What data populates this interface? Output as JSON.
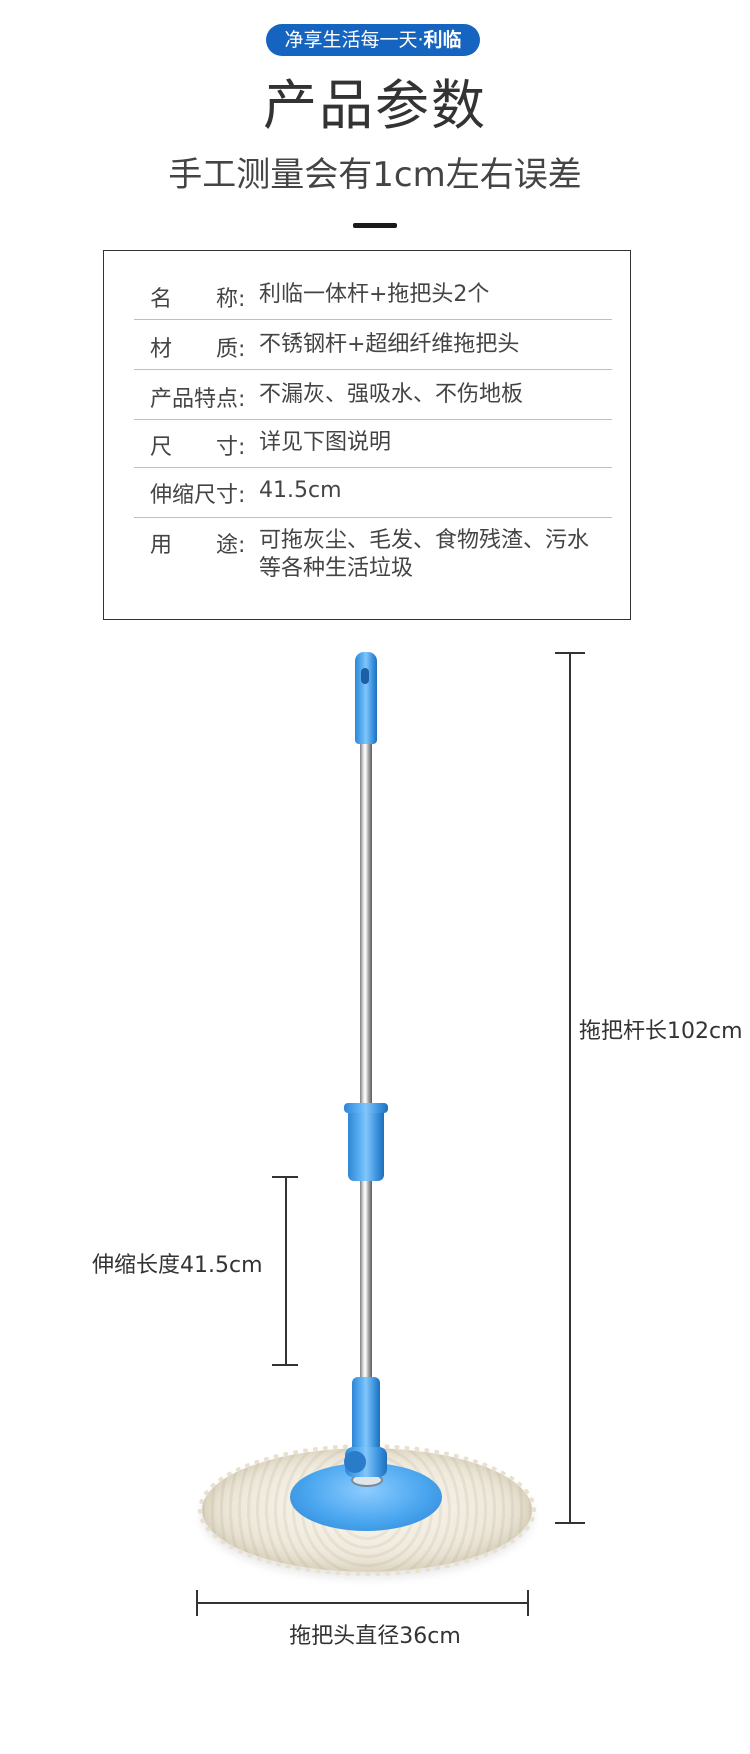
{
  "header": {
    "slogan": "净享生活每一天·",
    "brand": "利临",
    "title": "产品参数",
    "subtitle": "手工测量会有1cm左右误差"
  },
  "params": [
    {
      "key": "名　　称:",
      "value": "利临一体杆+拖把头2个"
    },
    {
      "key": "材　　质:",
      "value": "不锈钢杆+超细纤维拖把头"
    },
    {
      "key": "产品特点:",
      "value": "不漏灰、强吸水、不伤地板"
    },
    {
      "key": "尺　　寸:",
      "value": "详见下图说明"
    },
    {
      "key": "伸缩尺寸:",
      "value": "41.5cm"
    },
    {
      "key": "用　　途:",
      "value": "可拖灰尘、毛发、食物残渣、污水等各种生活垃圾"
    }
  ],
  "dimensions": {
    "pole_length": "拖把杆长102cm",
    "telescopic_length": "伸缩长度41.5cm",
    "head_diameter": "拖把头直径36cm"
  },
  "colors": {
    "accent_blue": "#1565c0",
    "mop_blue": "#4aa6ef",
    "text": "#333333"
  }
}
